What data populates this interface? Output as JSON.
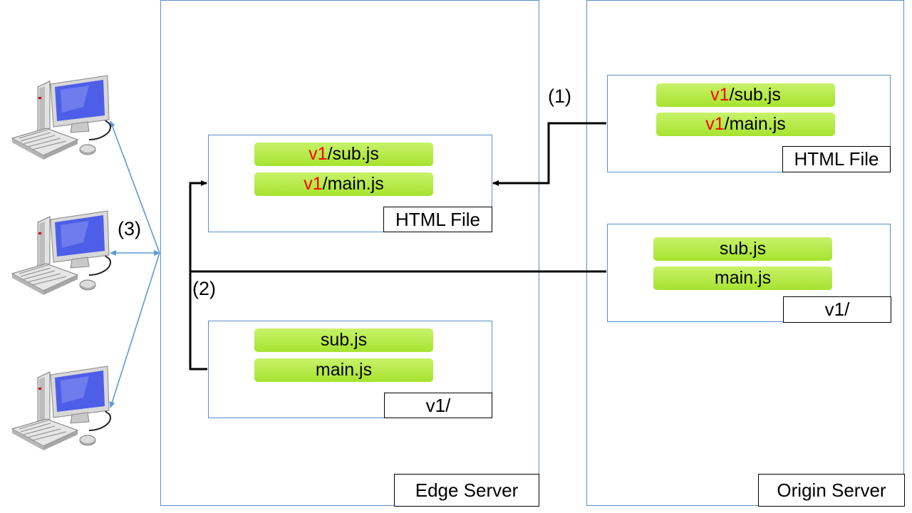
{
  "edge_server": {
    "label": "Edge Server",
    "html_file": {
      "label": "HTML File",
      "files": [
        {
          "version": "v1",
          "path": "/sub.js"
        },
        {
          "version": "v1",
          "path": "/main.js"
        }
      ]
    },
    "v1_folder": {
      "label": "v1/",
      "files": [
        "sub.js",
        "main.js"
      ]
    }
  },
  "origin_server": {
    "label": "Origin Server",
    "html_file": {
      "label": "HTML File",
      "files": [
        {
          "version": "v1",
          "path": "/sub.js"
        },
        {
          "version": "v1",
          "path": "/main.js"
        }
      ]
    },
    "v1_folder": {
      "label": "v1/",
      "files": [
        "sub.js",
        "main.js"
      ]
    }
  },
  "steps": [
    "(1)",
    "(2)",
    "(3)"
  ],
  "clients": [
    "computer-icon",
    "computer-icon",
    "computer-icon"
  ],
  "colors": {
    "border": "#5b8fc9",
    "file_pill": "#b3e83c",
    "version_highlight": "#ff0000",
    "client_link": "#5b9bd5",
    "flow_arrow": "#000000"
  }
}
